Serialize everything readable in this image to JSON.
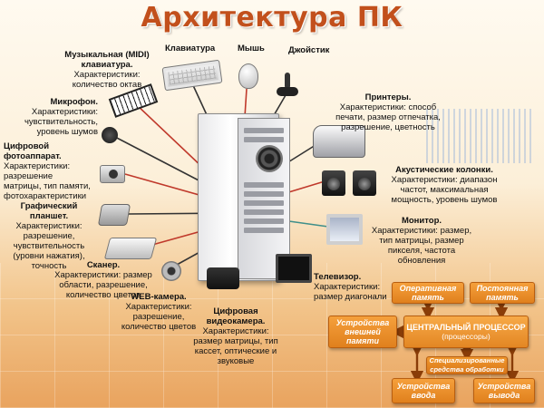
{
  "title": "Архитектура ПК",
  "devices": {
    "midi": {
      "title": "Музыкальная (MIDI) клавиатура.",
      "desc": "Характеристики: количество октав"
    },
    "keyboard": {
      "title": "Клавиатура"
    },
    "mouse": {
      "title": "Мышь"
    },
    "joystick": {
      "title": "Джойстик"
    },
    "microphone": {
      "title": "Микрофон.",
      "desc": "Характеристики: чувствительность, уровень шумов"
    },
    "camera": {
      "title": "Цифровой фотоаппарат.",
      "desc": "Характеристики: разрешение матрицы, тип памяти, фотохарактеристики"
    },
    "tablet": {
      "title": "Графический планшет.",
      "desc": "Характеристики: разрешение, чувствительность (уровни нажатия), точность"
    },
    "scanner": {
      "title": "Сканер.",
      "desc": "Характеристики: размер области, разрешение, количество цветов"
    },
    "webcam": {
      "title": "WEB-камера.",
      "desc": "Характеристики: разрешение, количество цветов"
    },
    "videocam": {
      "title": "Цифровая видеокамера.",
      "desc": "Характеристики: размер матрицы, тип кассет, оптические и звуковые"
    },
    "tv": {
      "title": "Телевизор.",
      "desc": "Характеристики: размер диагонали"
    },
    "monitor": {
      "title": "Монитор.",
      "desc": "Характеристики: размер, тип матрицы, размер пикселя, частота обновления"
    },
    "speakers": {
      "title": "Акустические колонки.",
      "desc": "Характеристики: диапазон частот, максимальная мощность, уровень шумов"
    },
    "printer": {
      "title": "Принтеры.",
      "desc": "Характеристики: способ печати, размер отпечатка, разрешение, цветность"
    }
  },
  "diagram": {
    "ram": "Оперативная память",
    "rom": "Постоянная память",
    "external": "Устройства внешней памяти",
    "cpu": "ЦЕНТРАЛЬНЫЙ ПРОЦЕССОР",
    "cpu_sub": "(процессоры)",
    "special": "Специализированные средства обработки",
    "input": "Устройства ввода",
    "output": "Устройства вывода"
  },
  "colors": {
    "title": "#c2501c",
    "box": "#e8891f",
    "line_red": "#c0392b",
    "line_dark": "#333333",
    "line_teal": "#3f8f8a"
  },
  "icons": [
    "midi-keyboard-icon",
    "keyboard-icon",
    "mouse-icon",
    "joystick-icon",
    "microphone-icon",
    "camera-icon",
    "tablet-icon",
    "scanner-icon",
    "webcam-icon",
    "videocam-icon",
    "tv-icon",
    "monitor-icon",
    "speakers-icon",
    "printer-icon",
    "pc-case-icon"
  ]
}
